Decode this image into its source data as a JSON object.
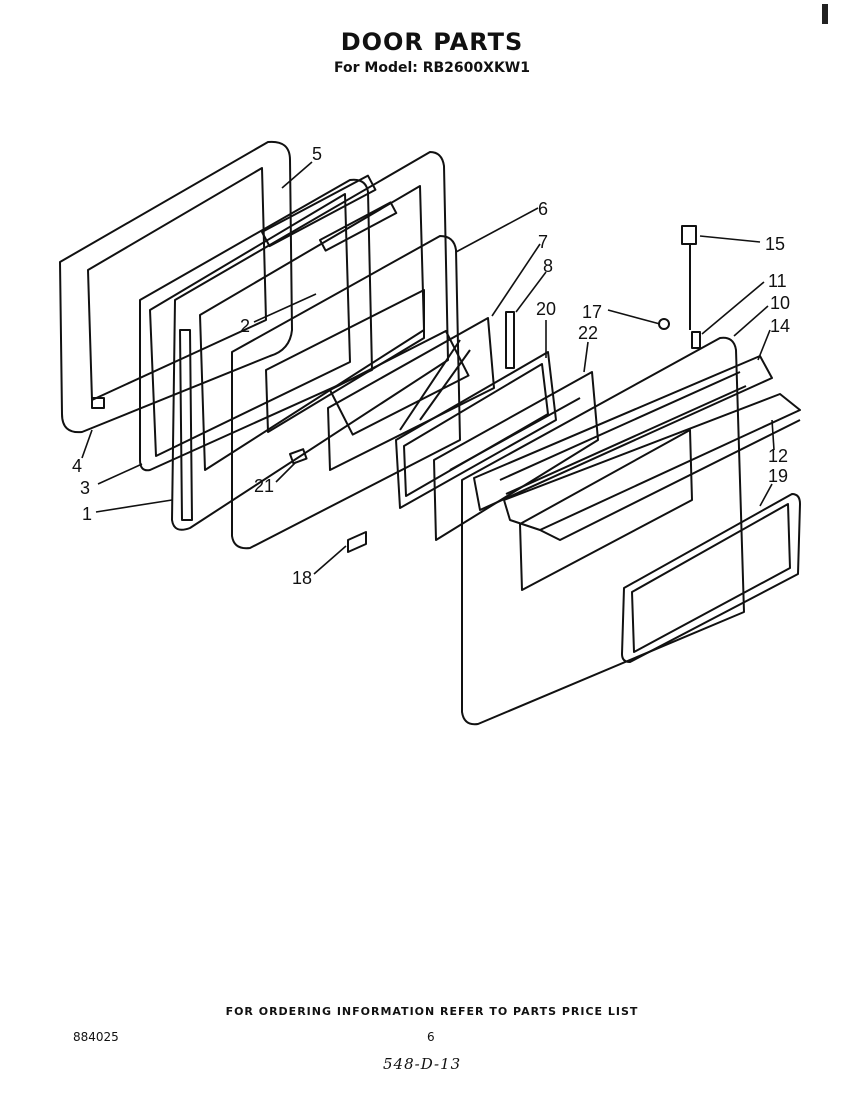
{
  "header": {
    "title": "DOOR PARTS",
    "subtitle": "For Model: RB2600XKW1"
  },
  "callouts": [
    {
      "id": "5",
      "label": "5"
    },
    {
      "id": "6",
      "label": "6"
    },
    {
      "id": "7",
      "label": "7"
    },
    {
      "id": "8",
      "label": "8"
    },
    {
      "id": "15",
      "label": "15"
    },
    {
      "id": "11",
      "label": "11"
    },
    {
      "id": "10",
      "label": "10"
    },
    {
      "id": "14",
      "label": "14"
    },
    {
      "id": "20",
      "label": "20"
    },
    {
      "id": "17",
      "label": "17"
    },
    {
      "id": "22",
      "label": "22"
    },
    {
      "id": "2",
      "label": "2"
    },
    {
      "id": "4",
      "label": "4"
    },
    {
      "id": "3",
      "label": "3"
    },
    {
      "id": "1",
      "label": "1"
    },
    {
      "id": "21",
      "label": "21"
    },
    {
      "id": "12",
      "label": "12"
    },
    {
      "id": "19",
      "label": "19"
    },
    {
      "id": "18",
      "label": "18"
    }
  ],
  "footer": {
    "note": "FOR ORDERING INFORMATION REFER TO PARTS PRICE LIST",
    "code": "884025",
    "page": "6",
    "handwritten": "548-D-13"
  }
}
